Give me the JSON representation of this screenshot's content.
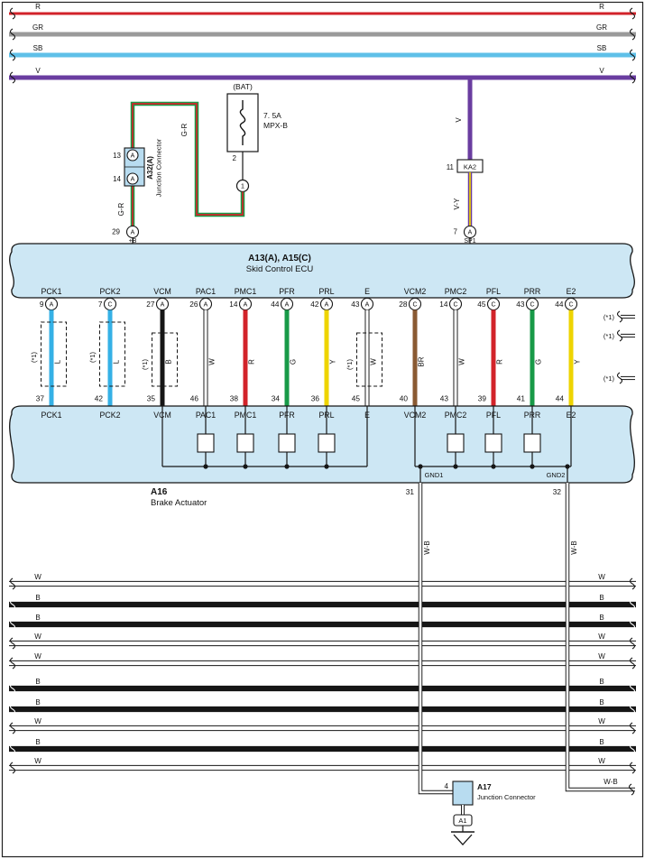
{
  "colors": {
    "box_fill": "#cde7f4",
    "connector_fill": "#b8dcf0",
    "line": "#161616"
  },
  "wire_colors": {
    "R": "#d2232a",
    "GR": "#9a9a9a",
    "SB": "#5fc0e8",
    "V": "#6a3da0",
    "L": "#35b1e6",
    "B": "#161616",
    "W": "#ffffff",
    "G": "#189a48",
    "Y": "#eed400",
    "BR": "#8a5a33"
  },
  "top_buses": [
    {
      "label": "R"
    },
    {
      "label": "GR"
    },
    {
      "label": "SB"
    },
    {
      "label": "V"
    }
  ],
  "bottom_buses": [
    {
      "label": "W"
    },
    {
      "label": "B"
    },
    {
      "label": "B"
    },
    {
      "label": "W"
    },
    {
      "label": "W"
    },
    {
      "label": "B"
    },
    {
      "label": "B"
    },
    {
      "label": "W"
    },
    {
      "label": "B"
    },
    {
      "label": "W"
    }
  ],
  "fuse": {
    "top_label": "(BAT)",
    "rating_line1": "7. 5A",
    "rating_line2": "MPX-B",
    "pin_bottom": "2",
    "junction_pin": "1"
  },
  "a32": {
    "code": "A32(A)",
    "name": "Junction Connector",
    "pin_top": "13",
    "pin_bottom": "14",
    "pin_letter": "A",
    "wire_label": "G-R"
  },
  "ka2": {
    "pin": "11",
    "label": "KA2",
    "wire_above": "V",
    "wire_below": "V-Y"
  },
  "ecu": {
    "code": "A13(A), A15(C)",
    "name": "Skid Control ECU",
    "top_pins": [
      {
        "num": "29",
        "letter": "A",
        "name": "+B"
      },
      {
        "num": "7",
        "letter": "A",
        "name": "SP1"
      }
    ],
    "pins": [
      {
        "name": "PCK1",
        "num": "9",
        "letter": "A",
        "wire": "L",
        "shield": true,
        "act_num": "37",
        "act_name": "PCK1"
      },
      {
        "name": "PCK2",
        "num": "7",
        "letter": "C",
        "wire": "L",
        "shield": true,
        "act_num": "42",
        "act_name": "PCK2"
      },
      {
        "name": "VCM",
        "num": "27",
        "letter": "A",
        "wire": "B",
        "shield": true,
        "act_num": "35",
        "act_name": "VCM"
      },
      {
        "name": "PAC1",
        "num": "26",
        "letter": "A",
        "wire": "W",
        "shield": false,
        "act_num": "46",
        "act_name": "PAC1"
      },
      {
        "name": "PMC1",
        "num": "14",
        "letter": "A",
        "wire": "R",
        "shield": false,
        "act_num": "38",
        "act_name": "PMC1"
      },
      {
        "name": "PFR",
        "num": "44",
        "letter": "A",
        "wire": "G",
        "shield": false,
        "act_num": "34",
        "act_name": "PFR"
      },
      {
        "name": "PRL",
        "num": "42",
        "letter": "A",
        "wire": "Y",
        "shield": false,
        "act_num": "36",
        "act_name": "PRL"
      },
      {
        "name": "E",
        "num": "43",
        "letter": "A",
        "wire": "W",
        "shield": true,
        "act_num": "45",
        "act_name": "E"
      },
      {
        "name": "VCM2",
        "num": "28",
        "letter": "C",
        "wire": "BR",
        "shield": false,
        "act_num": "40",
        "act_name": "VCM2"
      },
      {
        "name": "PMC2",
        "num": "14",
        "letter": "C",
        "wire": "W",
        "shield": false,
        "act_num": "43",
        "act_name": "PMC2"
      },
      {
        "name": "PFL",
        "num": "45",
        "letter": "C",
        "wire": "R",
        "shield": false,
        "act_num": "39",
        "act_name": "PFL"
      },
      {
        "name": "PRR",
        "num": "43",
        "letter": "C",
        "wire": "G",
        "shield": false,
        "act_num": "41",
        "act_name": "PRR"
      },
      {
        "name": "E2",
        "num": "44",
        "letter": "C",
        "wire": "Y",
        "shield": false,
        "act_num": "44",
        "act_name": "E2"
      }
    ]
  },
  "actuator": {
    "code": "A16",
    "name": "Brake Actuator",
    "grounds": [
      {
        "label": "GND1",
        "num": "31",
        "wire": "W-B"
      },
      {
        "label": "GND2",
        "num": "32",
        "wire": "W-B"
      }
    ]
  },
  "a17": {
    "pin": "4",
    "code": "A17",
    "name": "Junction Connector",
    "ground_code": "A1"
  },
  "shield_note": "(*1)",
  "right_wb_label": "W-B"
}
